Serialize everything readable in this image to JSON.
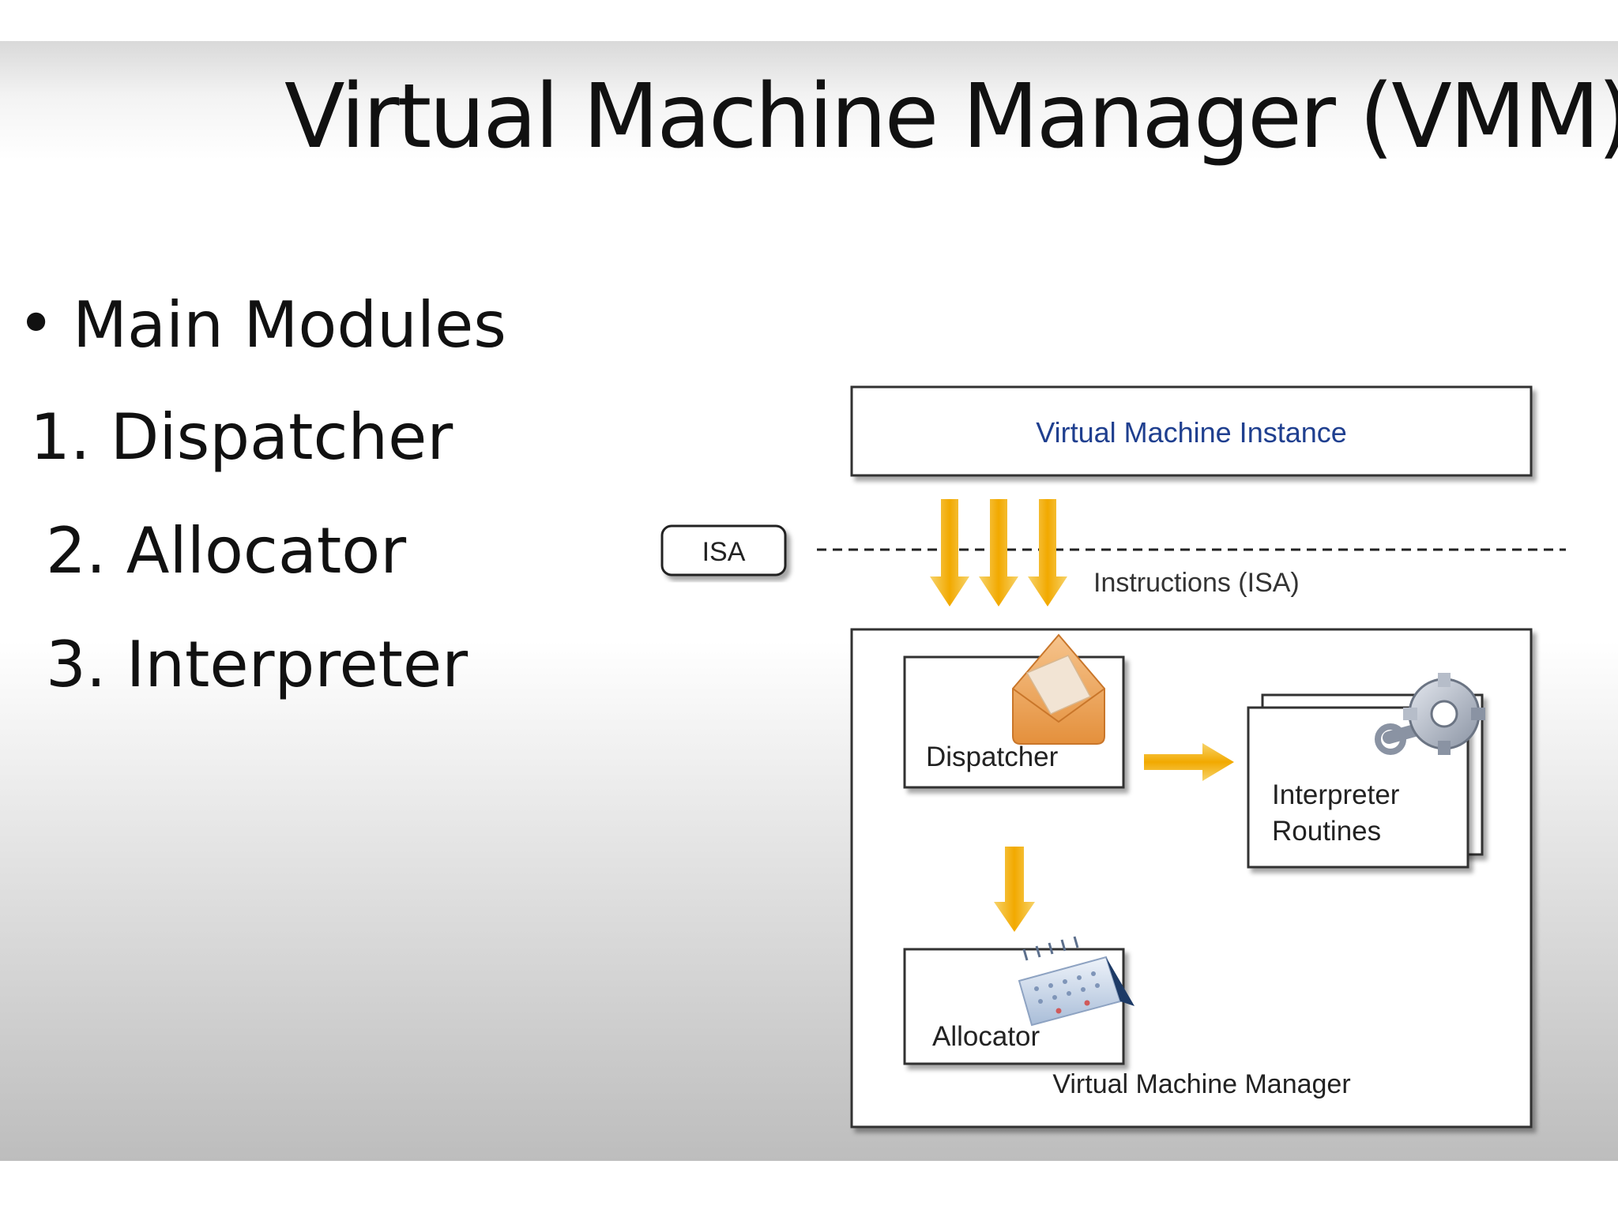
{
  "slide": {
    "title": "Virtual Machine Manager (VMM)",
    "bullet_marker": "•",
    "bullet": "Main Modules",
    "items": [
      "1. Dispatcher",
      "2. Allocator",
      "3. Interpreter"
    ]
  },
  "diagram": {
    "vm_instance_label": "Virtual Machine Instance",
    "isa_label": "ISA",
    "instructions_label": "Instructions (ISA)",
    "dispatcher_label": "Dispatcher",
    "interpreter_label_line1": "Interpreter",
    "interpreter_label_line2": "Routines",
    "allocator_label": "Allocator",
    "vmm_label": "Virtual Machine Manager",
    "icons": [
      "envelope-icon",
      "gear-wrench-icon",
      "calendar-icon"
    ]
  },
  "colors": {
    "arrow_fill": "#f4b41a",
    "instance_text": "#1f3f8f",
    "box_border": "#333333"
  }
}
